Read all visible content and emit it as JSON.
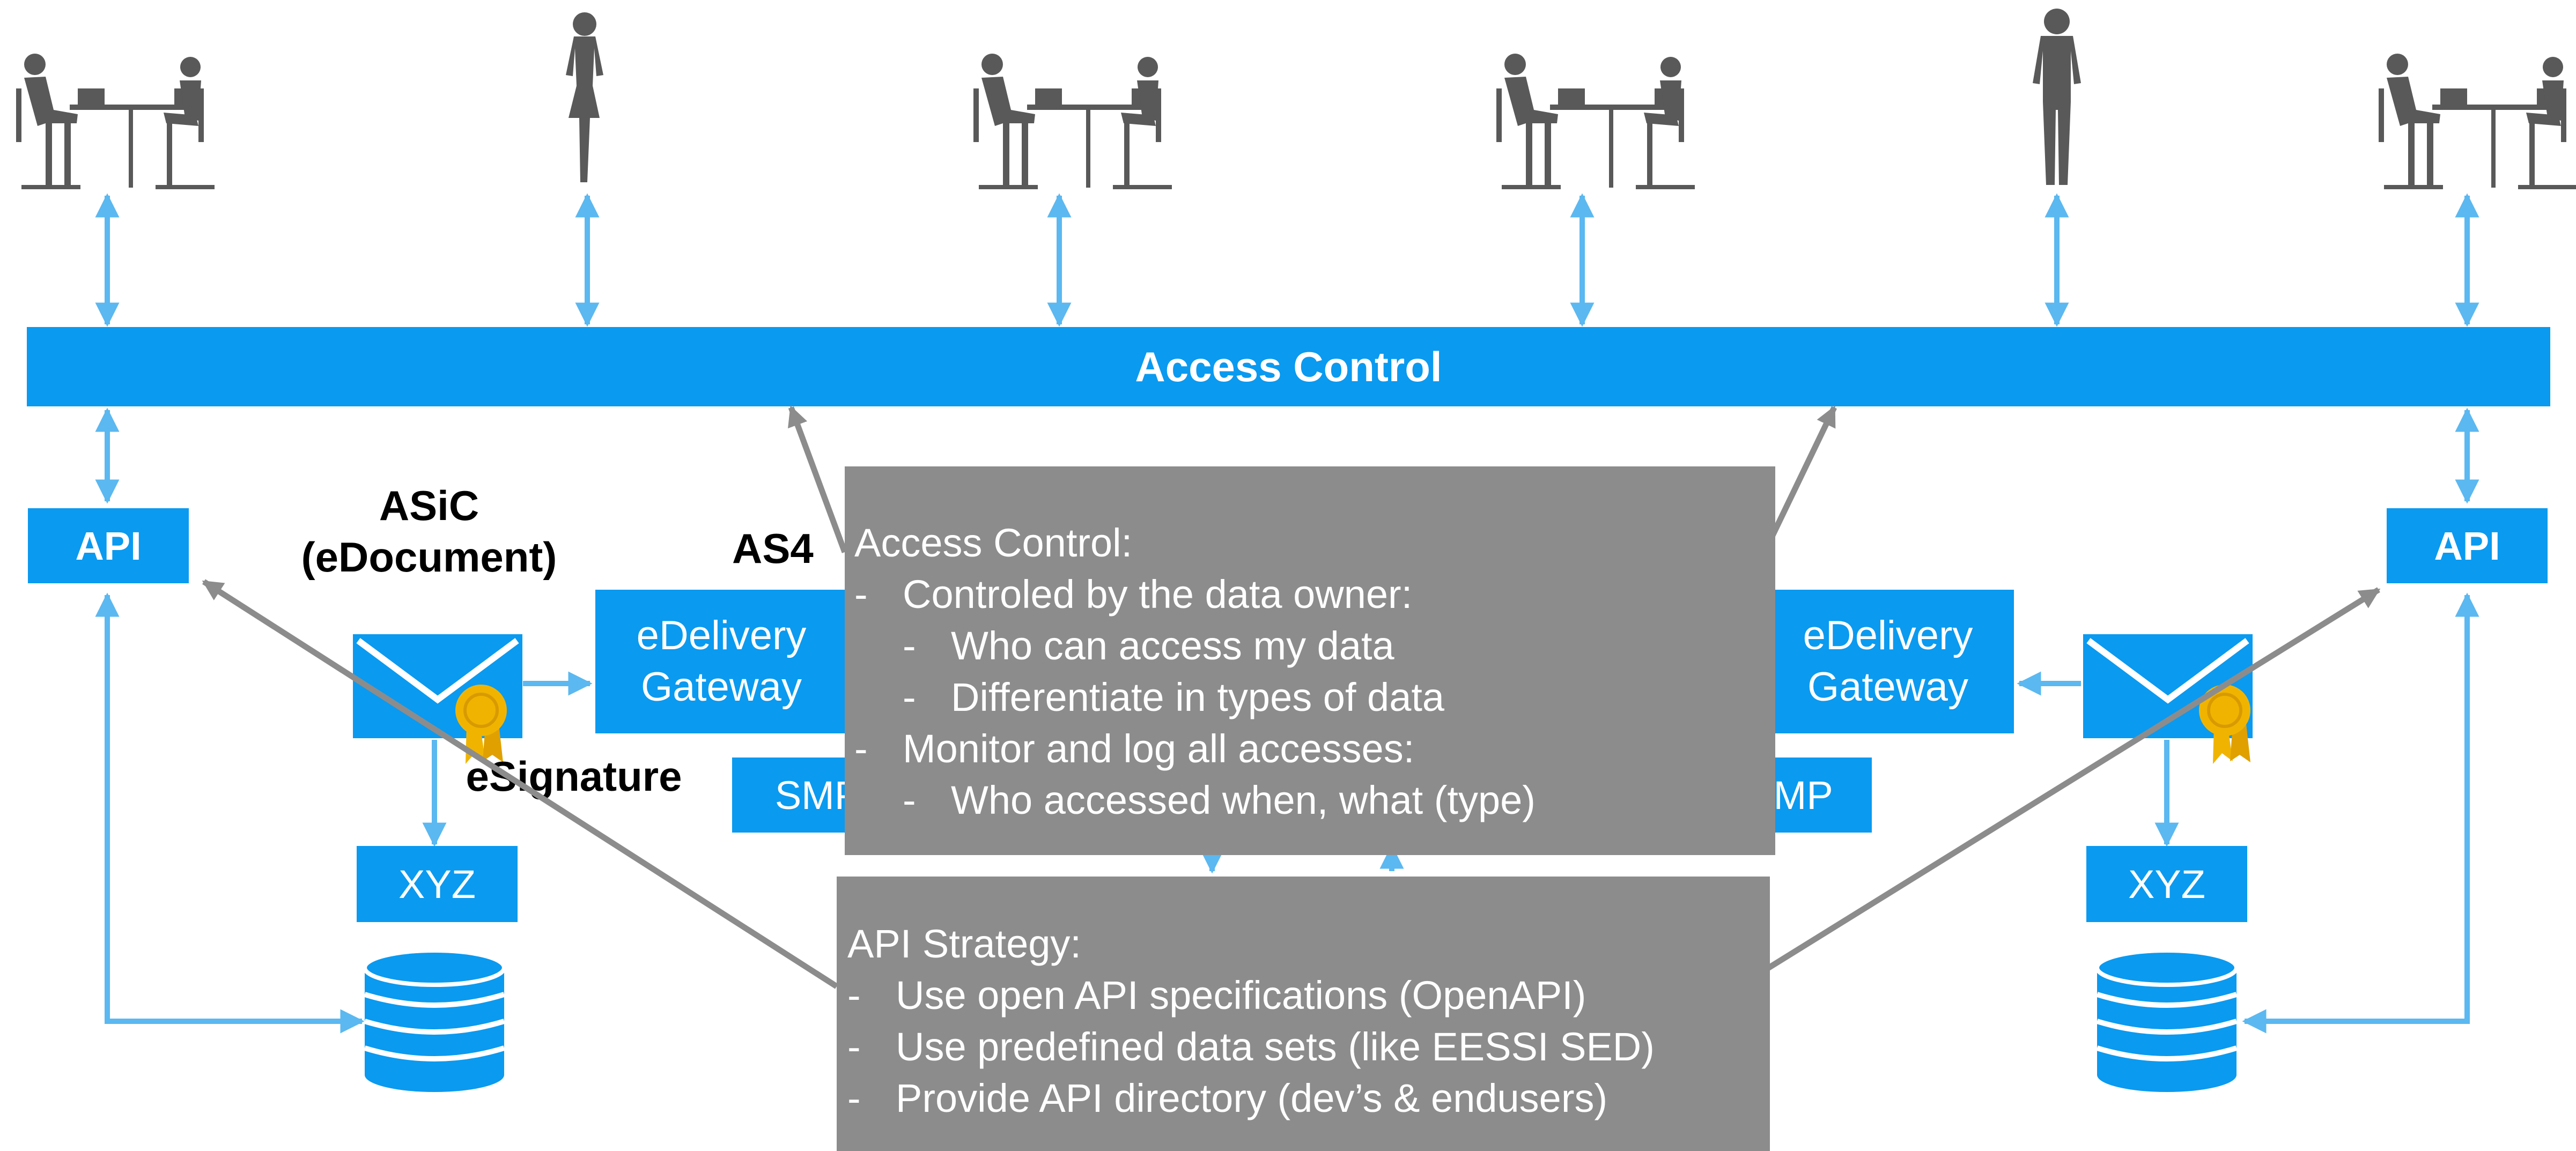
{
  "access_control_bar": {
    "label": "Access Control"
  },
  "left": {
    "api_label": "API",
    "asic_label_line1": "ASiC",
    "asic_label_line2": "(eDocument)",
    "as4_label": "AS4",
    "gateway_line1": "eDelivery",
    "gateway_line2": "Gateway",
    "smp_label": "SMP",
    "esignature_label": "eSignature",
    "xyz_label": "XYZ"
  },
  "right": {
    "api_label": "API",
    "gateway_line1": "eDelivery",
    "gateway_line2": "Gateway",
    "smp_label": "SMP",
    "xyz_label": "XYZ"
  },
  "access_note": {
    "title": "Access Control:",
    "items": [
      {
        "text": "Controled by the data owner:",
        "sub": [
          "Who can access my data",
          "Differentiate in types of data"
        ]
      },
      {
        "text": "Monitor and log all accesses:",
        "sub": [
          "Who accessed when, what (type)"
        ]
      }
    ]
  },
  "api_note": {
    "title": "API Strategy:",
    "items": [
      "Use open API specifications (OpenAPI)",
      "Use predefined data sets (like EESSI SED)",
      "Provide API directory (dev’s & endusers)"
    ]
  },
  "dash_glyph": "-",
  "colors": {
    "accent": "#0a9af0",
    "arrow_light": "#5bb8f0",
    "note_grey": "#8c8c8c",
    "grey_arrow": "#8c8c8c",
    "person": "#595959",
    "seal": "#f0b400"
  },
  "icons": [
    "people-at-desk-icon",
    "standing-woman-icon",
    "standing-man-icon",
    "envelope-icon",
    "certificate-seal-icon",
    "database-icon"
  ]
}
